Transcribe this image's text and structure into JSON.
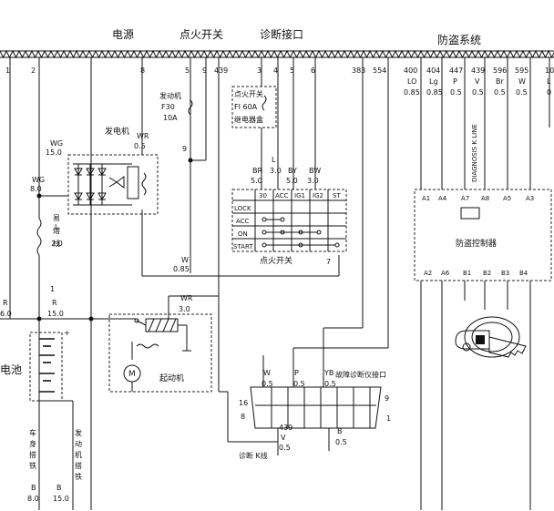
{
  "header": {
    "sections": [
      "电源",
      "点火开关",
      "诊断接口",
      "防盗系统"
    ]
  },
  "top_numbers": [
    "1",
    "2",
    "8",
    "5",
    "9",
    "439",
    "3",
    "4",
    "5",
    "6",
    "383",
    "554",
    "400",
    "404",
    "447",
    "439",
    "596",
    "595",
    "10"
  ],
  "wire_labels": {
    "wg1": [
      "WG",
      "15.0"
    ],
    "wg2": [
      "WG",
      "8.0"
    ],
    "wr_gen": [
      "WR",
      "0.5"
    ],
    "r_left": [
      "R",
      "6.0"
    ],
    "r_mid": [
      "R",
      "15.0"
    ],
    "l_fuse": [
      "L",
      "2.0"
    ],
    "w_085": [
      "W",
      "0.85"
    ],
    "wr_starter": [
      "WR",
      "3.0"
    ],
    "br": [
      "BR",
      "5.0"
    ],
    "l3": [
      "L",
      "3.0"
    ],
    "by": [
      "BY",
      "5.0"
    ],
    "bw": [
      "BW",
      "3.0"
    ],
    "w05": [
      "W",
      "0.5"
    ],
    "p05": [
      "P",
      "0.5"
    ],
    "yb05": [
      "YB",
      "0.5"
    ],
    "v439": [
      "439",
      "V",
      "0.5"
    ],
    "b05": [
      "B",
      "0.5"
    ],
    "b8": [
      "B",
      "8.0"
    ],
    "b15": [
      "B",
      "15.0"
    ],
    "antitheft_wires": [
      {
        "num": "400",
        "color": "LO",
        "size": "0.85"
      },
      {
        "num": "404",
        "color": "Lg",
        "size": "0.85"
      },
      {
        "num": "447",
        "color": "P",
        "size": "0.5"
      },
      {
        "num": "439",
        "color": "V",
        "size": "0.5"
      },
      {
        "num": "596",
        "color": "Br",
        "size": "0.5"
      },
      {
        "num": "595",
        "color": "W",
        "size": "0.5"
      },
      {
        "num": "10",
        "color": "L",
        "size": "0"
      }
    ]
  },
  "components": {
    "fuse_engine": [
      "发动机",
      "F30",
      "10A"
    ],
    "ignition_relay": [
      "点火开关",
      "FI 60A",
      "继电器盒"
    ],
    "generator": "发电机",
    "fusible_link": [
      "易",
      "熔",
      "线"
    ],
    "battery": "电池",
    "starter": "起动机",
    "ignition_switch": "点火开关",
    "ignition_switch_num": "7",
    "ignition_cols": [
      "30",
      "ACC",
      "IG1",
      "IG2",
      "ST"
    ],
    "ignition_rows": [
      "LOCK",
      "ACC",
      "ON",
      "START"
    ],
    "diag_connector": "故障诊断仪接口",
    "diag_pins": [
      "16",
      "8",
      "9",
      "1"
    ],
    "k_line": "诊断 K线",
    "body_ground": [
      "车",
      "身",
      "搭",
      "铁"
    ],
    "engine_ground": [
      "发",
      "动",
      "机",
      "搭",
      "铁"
    ],
    "antitheft": "防盗控制器",
    "antitheft_top_pins": [
      "A1",
      "A4",
      "A7",
      "A8",
      "A5",
      "A3"
    ],
    "antitheft_bottom_pins": [
      "A2",
      "A6",
      "B1",
      "B2",
      "B3",
      "B4"
    ],
    "diag_k_line_vertical": "DIAGNOSIS K LINE"
  }
}
